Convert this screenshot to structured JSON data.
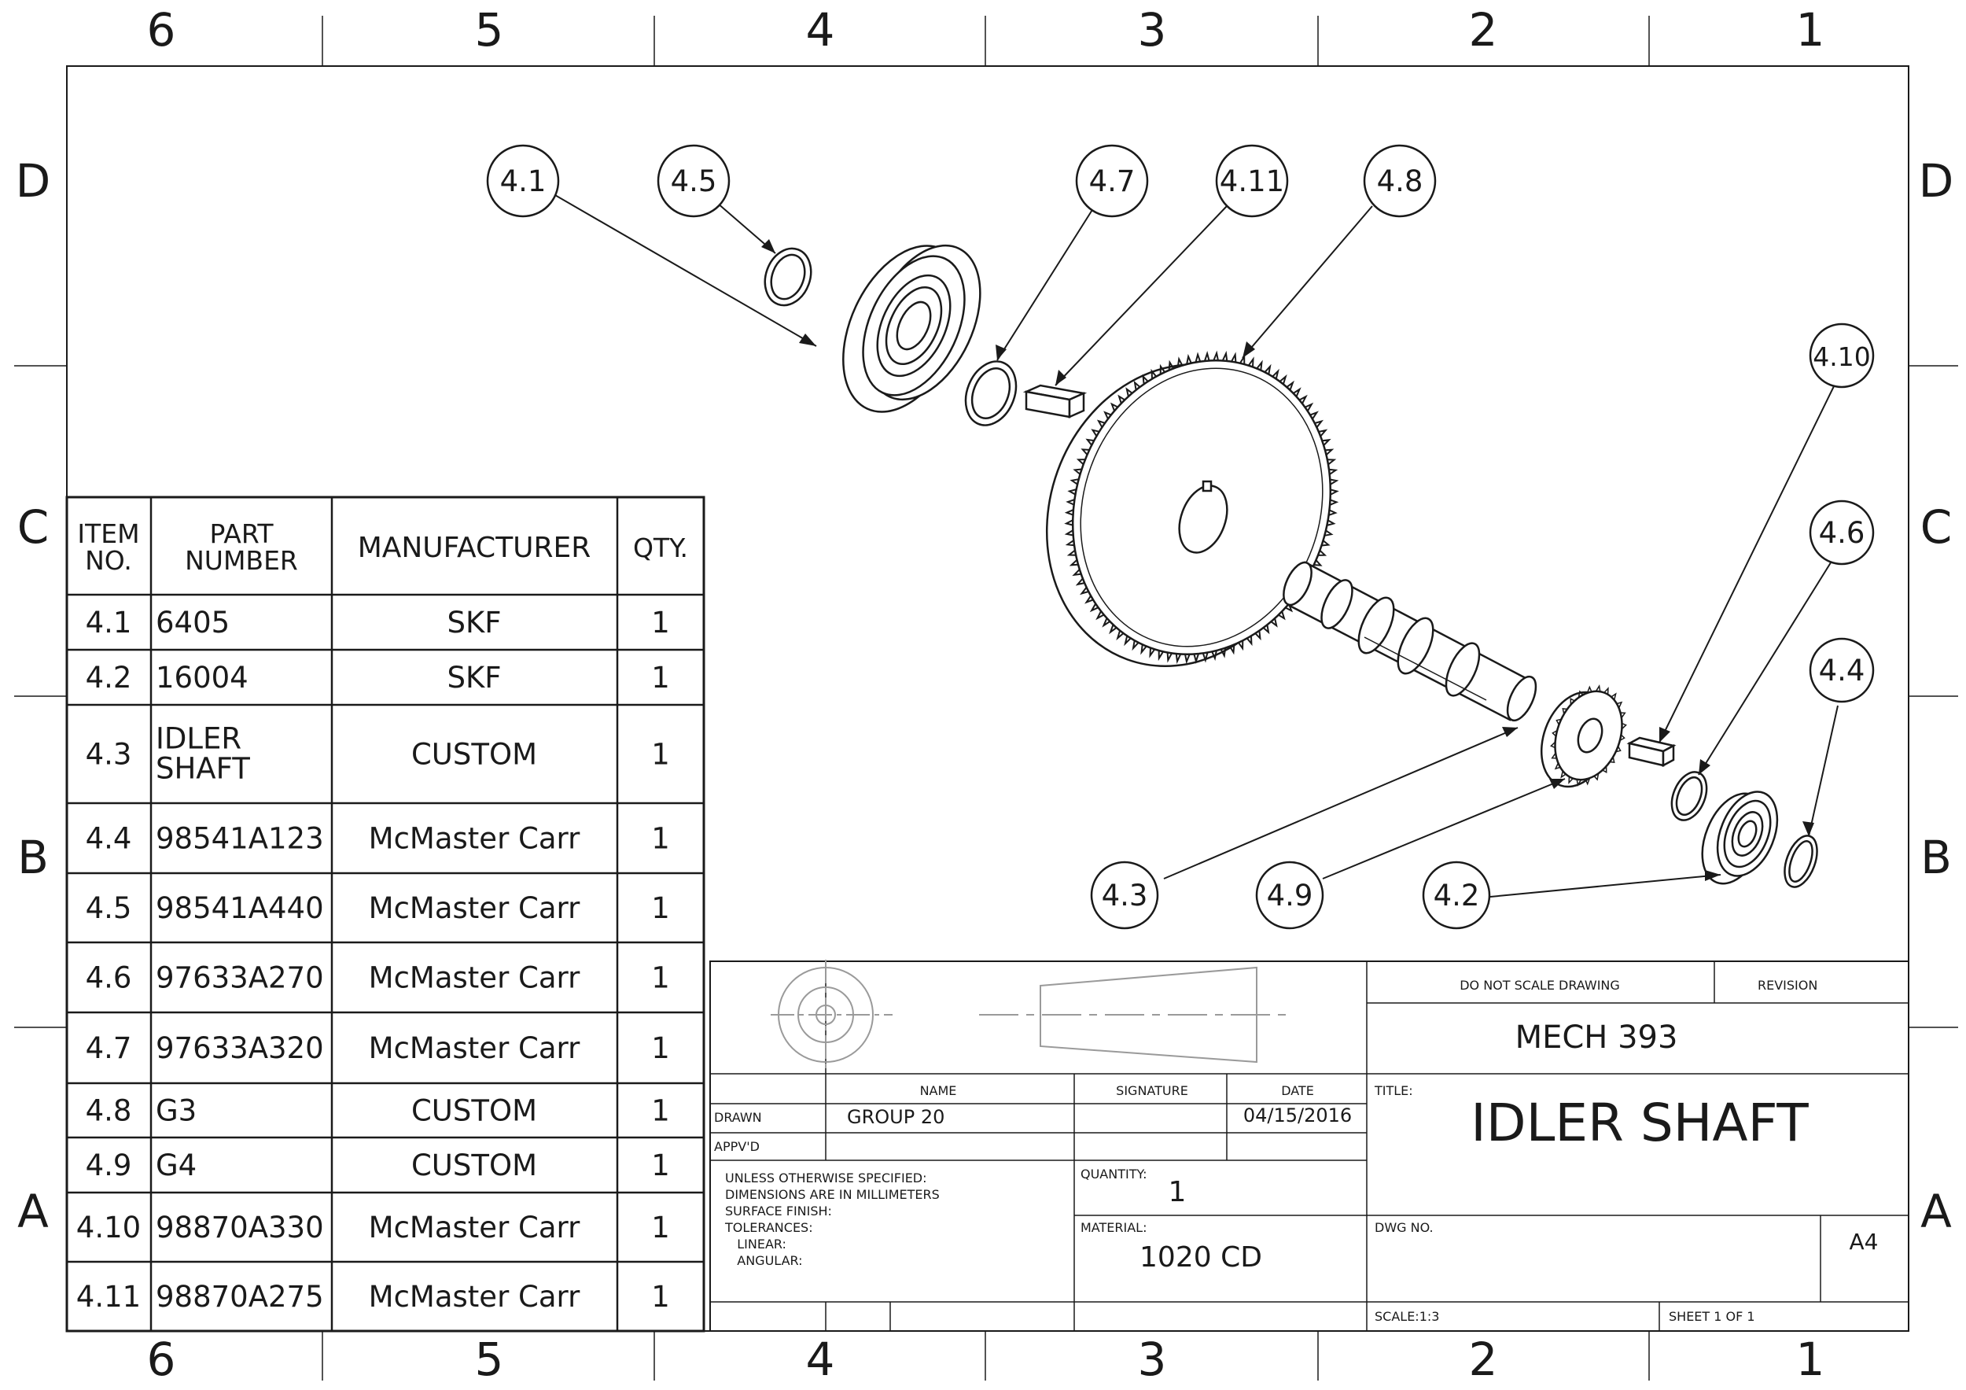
{
  "zones": {
    "columns": [
      "6",
      "5",
      "4",
      "3",
      "2",
      "1"
    ],
    "rows": [
      "D",
      "C",
      "B",
      "A"
    ]
  },
  "balloons": [
    {
      "id": "4.1"
    },
    {
      "id": "4.5"
    },
    {
      "id": "4.7"
    },
    {
      "id": "4.11"
    },
    {
      "id": "4.8"
    },
    {
      "id": "4.10"
    },
    {
      "id": "4.6"
    },
    {
      "id": "4.4"
    },
    {
      "id": "4.3"
    },
    {
      "id": "4.9"
    },
    {
      "id": "4.2"
    }
  ],
  "bom": {
    "headers": {
      "item_line1": "ITEM",
      "item_line2": "NO.",
      "part_line1": "PART",
      "part_line2": "NUMBER",
      "manufacturer": "MANUFACTURER",
      "qty": "QTY."
    },
    "rows": [
      {
        "item": "4.1",
        "part": "6405",
        "part_line2": "",
        "manufacturer": "SKF",
        "qty": "1"
      },
      {
        "item": "4.2",
        "part": "16004",
        "part_line2": "",
        "manufacturer": "SKF",
        "qty": "1"
      },
      {
        "item": "4.3",
        "part": "IDLER",
        "part_line2": "SHAFT",
        "manufacturer": "CUSTOM",
        "qty": "1"
      },
      {
        "item": "4.4",
        "part": "98541A123",
        "part_line2": "",
        "manufacturer": "McMaster Carr",
        "qty": "1"
      },
      {
        "item": "4.5",
        "part": "98541A440",
        "part_line2": "",
        "manufacturer": "McMaster Carr",
        "qty": "1"
      },
      {
        "item": "4.6",
        "part": "97633A270",
        "part_line2": "",
        "manufacturer": "McMaster Carr",
        "qty": "1"
      },
      {
        "item": "4.7",
        "part": "97633A320",
        "part_line2": "",
        "manufacturer": "McMaster Carr",
        "qty": "1"
      },
      {
        "item": "4.8",
        "part": "G3",
        "part_line2": "",
        "manufacturer": "CUSTOM",
        "qty": "1"
      },
      {
        "item": "4.9",
        "part": "G4",
        "part_line2": "",
        "manufacturer": "CUSTOM",
        "qty": "1"
      },
      {
        "item": "4.10",
        "part": "98870A330",
        "part_line2": "",
        "manufacturer": "McMaster Carr",
        "qty": "1"
      },
      {
        "item": "4.11",
        "part": "98870A275",
        "part_line2": "",
        "manufacturer": "McMaster Carr",
        "qty": "1"
      }
    ]
  },
  "title_block": {
    "do_not_scale": "DO NOT SCALE DRAWING",
    "revision_label": "REVISION",
    "course": "MECH 393",
    "name_header": "NAME",
    "signature_header": "SIGNATURE",
    "date_header": "DATE",
    "drawn_label": "DRAWN",
    "drawn_name": "GROUP 20",
    "drawn_date": "04/15/2016",
    "approved_label": "APPV'D",
    "title_label": "TITLE:",
    "title": "IDLER SHAFT",
    "notes": [
      "UNLESS OTHERWISE SPECIFIED:",
      "DIMENSIONS ARE IN MILLIMETERS",
      "SURFACE FINISH:",
      "TOLERANCES:",
      "   LINEAR:",
      "   ANGULAR:"
    ],
    "quantity_label": "QUANTITY:",
    "quantity": "1",
    "material_label": "MATERIAL:",
    "material": "1020 CD",
    "dwg_no_label": "DWG NO.",
    "size": "A4",
    "scale": "SCALE:1:3",
    "sheet": "SHEET 1 OF 1"
  }
}
